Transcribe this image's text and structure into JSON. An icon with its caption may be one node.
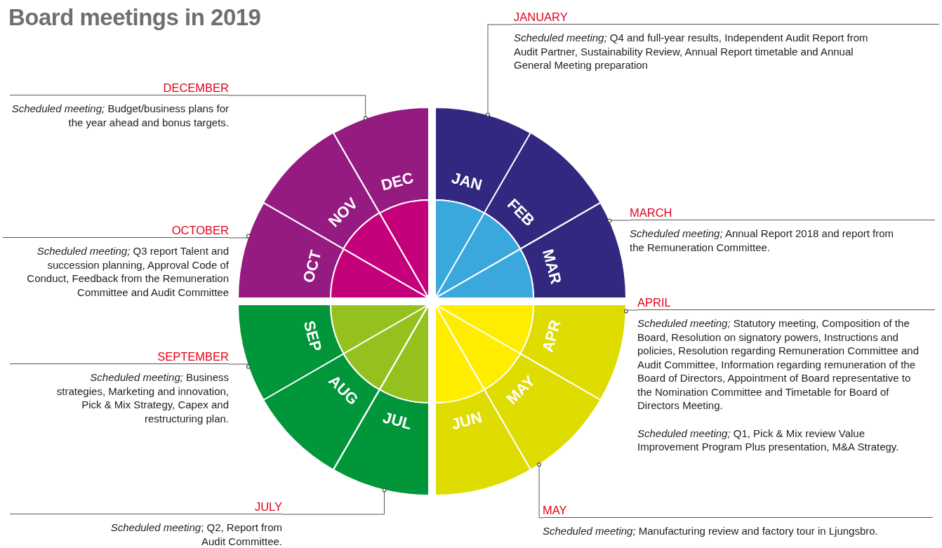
{
  "diagram": {
    "title": "Board meetings in 2019",
    "nodes": [
      {
        "text": [
          "JANUARY",
          "*Scheduled meeting;* Q4 and full-year results, Independent Audit Report from Audit Partner, Sustainability Review, Annual Report timetable and Annual General Meeting preparation"
        ]
      },
      {
        "text": [
          "DECEMBER",
          "*Scheduled meeting;* Budget/business plans for the year ahead and bonus targets."
        ]
      },
      {
        "text": [
          "MARCH",
          "*Scheduled meeting;* Annual Report 2018 and report from the Remuneration Committee."
        ]
      },
      {
        "text": [
          "OCTOBER",
          "*Scheduled meeting;* Q3 report Talent and succession planning, Approval Code of Conduct, Feedback from the Remuneration Committee and Audit Committee"
        ]
      },
      {
        "text": [
          "APRIL",
          "*Scheduled meeting;* Statutory meeting, Composition of the Board, Resolution on signatory powers, Instructions and policies, Resolution regarding Remuneration Committee and Audit Committee, Information regarding remuneration of the Board of Directors, Appointment of Board representative to the Nomination Committee and Timetable for Board of Directors Meeting.",
          "*Scheduled meeting;* Q1, Pick & Mix review Value Improvement Program Plus presentation, M&A Strategy."
        ]
      },
      {
        "text": [
          "SEPTEMBER",
          "*Scheduled meeting;* Business strategies, Marketing and innovation, Pick & Mix Strategy, Capex and restructuring plan."
        ]
      },
      {
        "text": [
          "JULY",
          "*Scheduled meeting*; Q2, Report from Audit Committee."
        ]
      },
      {
        "text": [
          "MAY",
          "*Scheduled meeting;* Manufacturing review and factory tour in Ljungsbro."
        ]
      },
      {
        "text": [
          "JAN"
        ]
      },
      {
        "text": [
          "FEB"
        ]
      },
      {
        "text": [
          "MAR"
        ]
      },
      {
        "text": [
          "APR"
        ]
      },
      {
        "text": [
          "MAY"
        ]
      },
      {
        "text": [
          "JUN"
        ]
      },
      {
        "text": [
          "JUL"
        ]
      },
      {
        "text": [
          "AUG"
        ]
      },
      {
        "text": [
          "SEP"
        ]
      },
      {
        "text": [
          "OCT"
        ]
      },
      {
        "text": [
          "NOV"
        ]
      },
      {
        "text": [
          "DEC"
        ]
      }
    ],
    "edges": [
      {
        "from": 0,
        "to": 8,
        "arrow": "other"
      },
      {
        "from": 1,
        "to": 19,
        "arrow": "other"
      },
      {
        "from": 2,
        "to": 10,
        "arrow": "other"
      },
      {
        "from": 3,
        "to": 17,
        "arrow": "other"
      },
      {
        "from": 4,
        "to": 11,
        "arrow": "other"
      },
      {
        "from": 5,
        "to": 16,
        "arrow": "other"
      },
      {
        "from": 6,
        "to": 14,
        "arrow": "other"
      },
      {
        "from": 7,
        "to": 12,
        "arrow": "other"
      }
    ]
  }
}
